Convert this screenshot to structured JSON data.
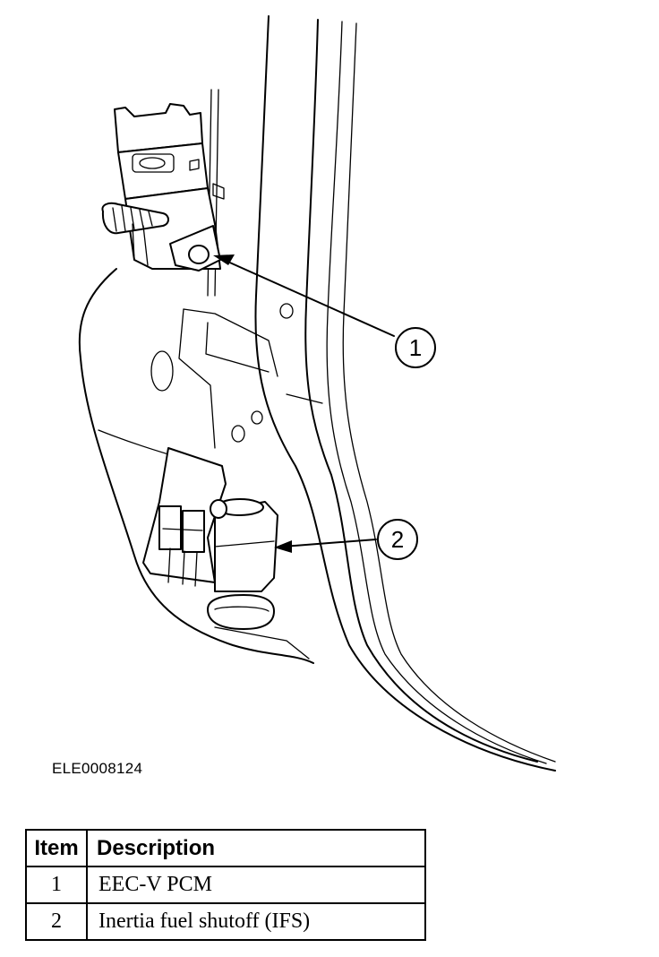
{
  "figure": {
    "id": "ELE0008124",
    "callouts": [
      {
        "label": "1"
      },
      {
        "label": "2"
      }
    ]
  },
  "legend": {
    "headers": {
      "item": "Item",
      "description": "Description"
    },
    "rows": [
      {
        "item": "1",
        "description": "EEC-V PCM"
      },
      {
        "item": "2",
        "description": "Inertia fuel shutoff (IFS)"
      }
    ]
  }
}
